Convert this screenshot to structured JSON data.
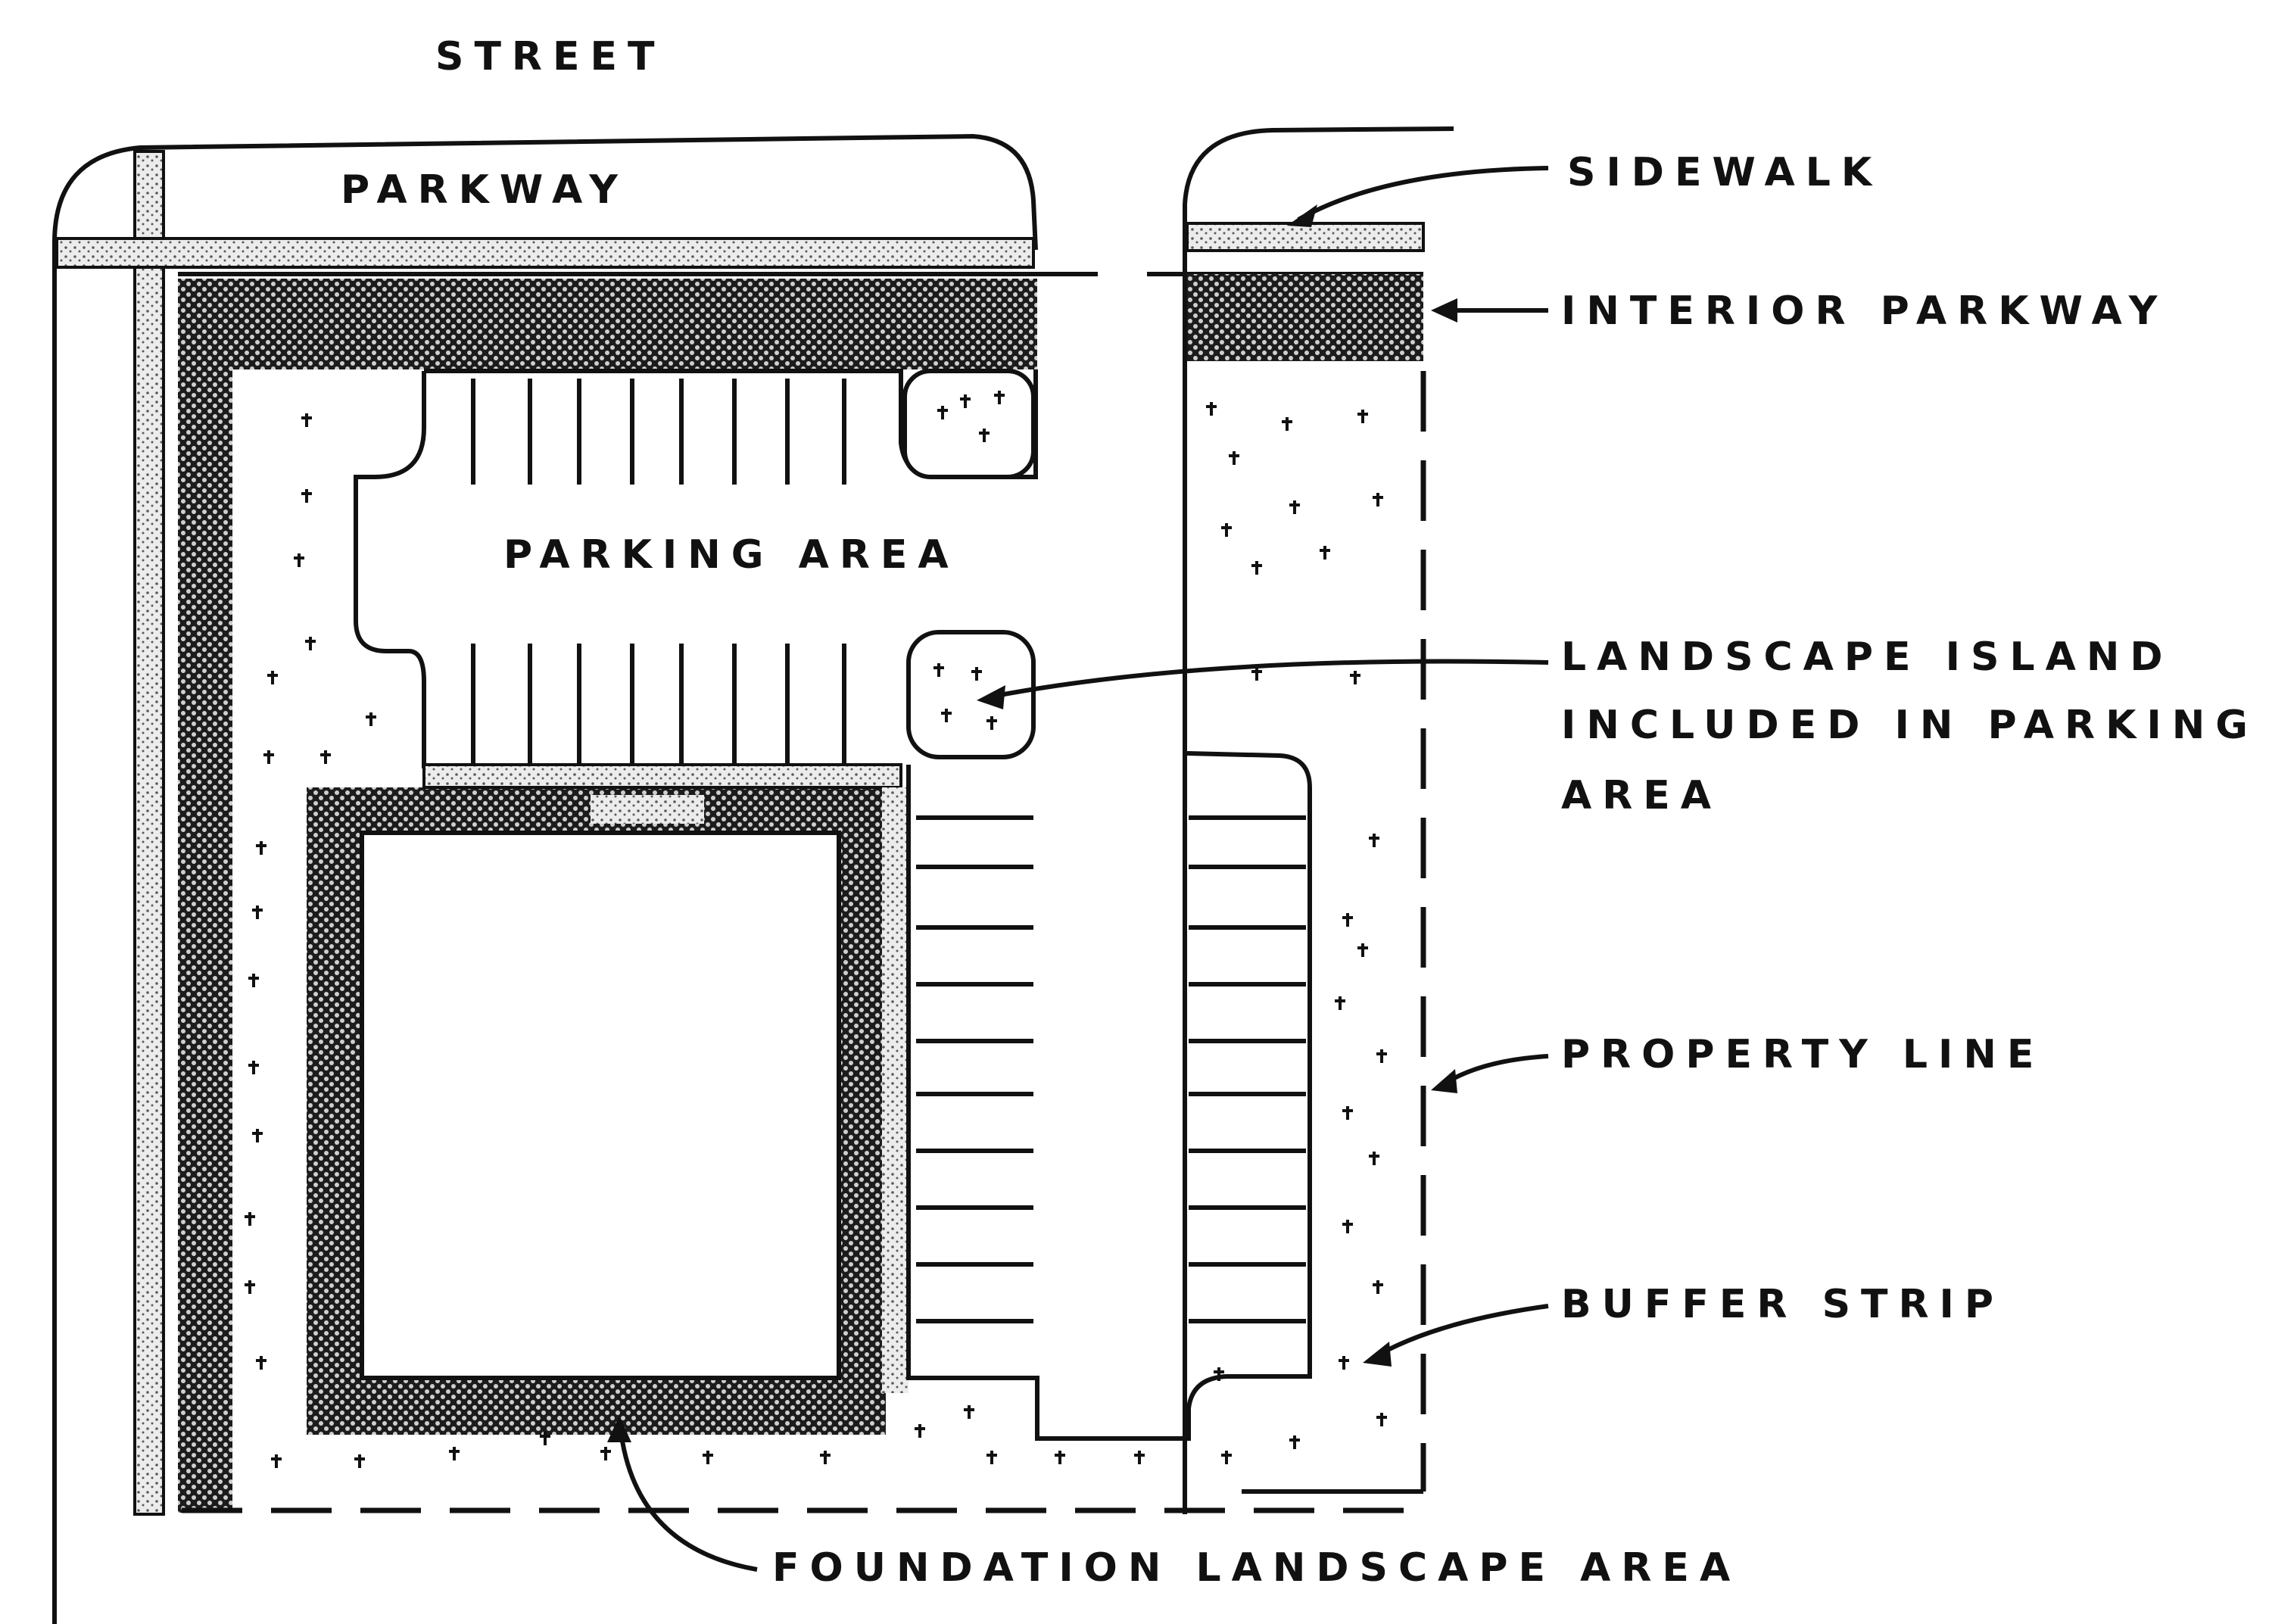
{
  "labels": {
    "street": "STREET",
    "parkway": "PARKWAY",
    "parking_area": "PARKING AREA",
    "sidewalk": "SIDEWALK",
    "interior_parkway": "INTERIOR PARKWAY",
    "landscape_island_line1": "LANDSCAPE ISLAND",
    "landscape_island_line2": "INCLUDED IN PARKING",
    "landscape_island_line3": "AREA",
    "property_line": "PROPERTY LINE",
    "buffer_strip": "BUFFER STRIP",
    "foundation_landscape_area": "FOUNDATION LANDSCAPE AREA"
  },
  "colors": {
    "ink": "#111111",
    "paper": "#ffffff",
    "stipple": "#8a8a8a",
    "hedge": "#2a2a2a"
  }
}
